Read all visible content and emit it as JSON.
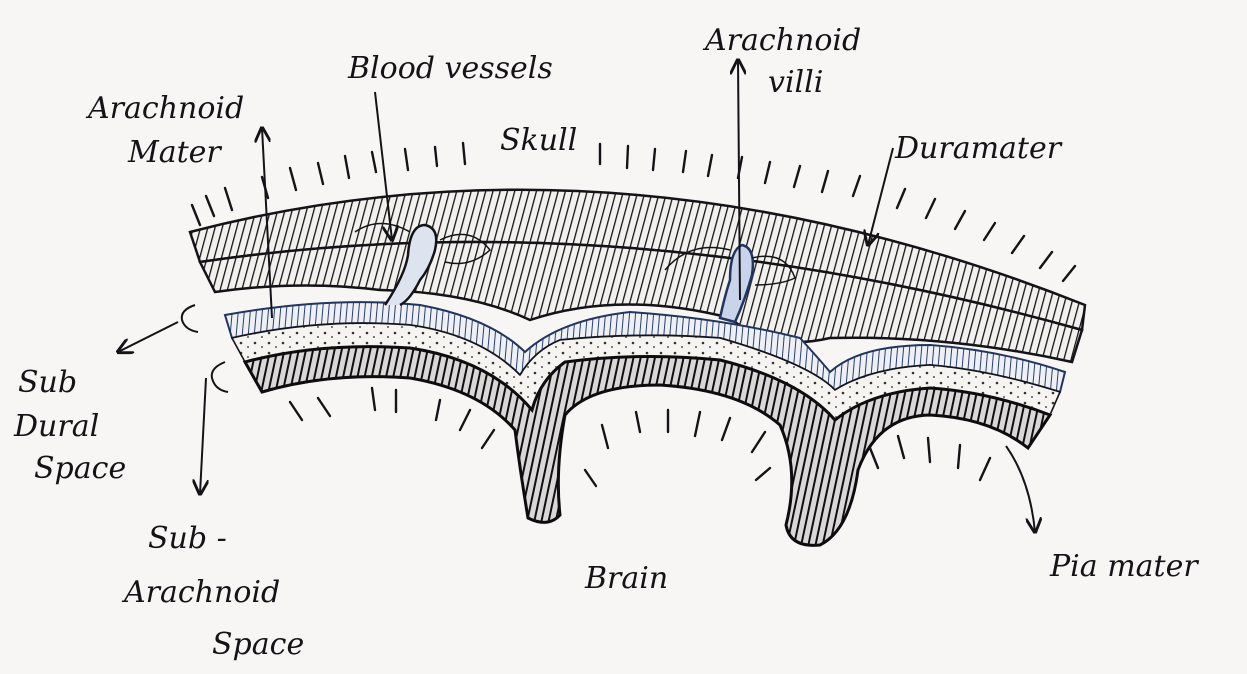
{
  "diagram": {
    "labels": {
      "blood_vessels": "Blood vessels",
      "arachnoid_villi_line1": "Arachnoid",
      "arachnoid_villi_line2": "villi",
      "arachnoid_mater_line1": "Arachnoid",
      "arachnoid_mater_line2": "Mater",
      "skull": "Skull",
      "duramater": "Duramater",
      "subdural_line1": "Sub",
      "subdural_line2": "Dural",
      "subdural_line3": "Space",
      "subarachnoid_line1": "Sub -",
      "subarachnoid_line2": "Arachnoid",
      "subarachnoid_line3": "Space",
      "brain": "Brain",
      "pia_mater": "Pia mater"
    },
    "colors": {
      "ink": "#141418",
      "blue_ink": "#3a5a9a",
      "paper": "#f7f6f4"
    }
  }
}
